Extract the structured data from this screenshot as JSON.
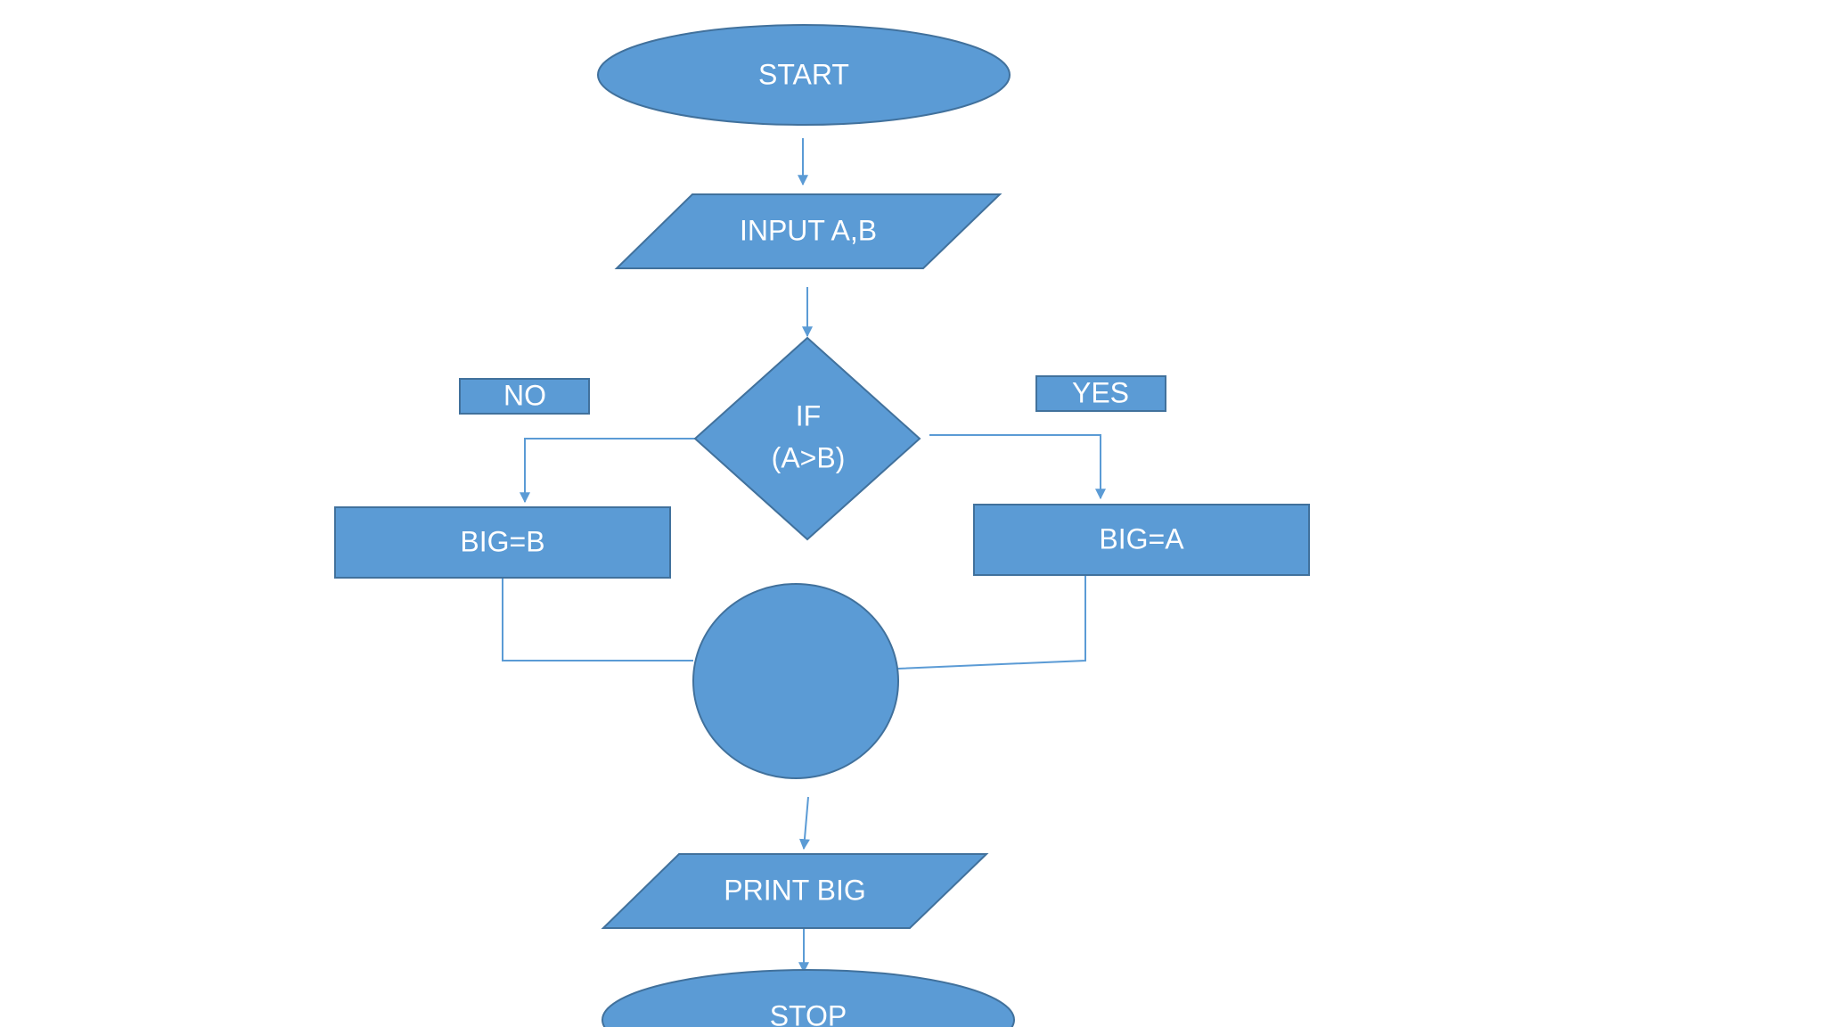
{
  "colors": {
    "shape_fill": "#5b9bd5",
    "shape_border": "#41719c",
    "connector": "#5b9bd5",
    "text": "#ffffff",
    "background": "#ffffff"
  },
  "flowchart": {
    "start": "START",
    "input": "INPUT A,B",
    "decision_line1": "IF",
    "decision_line2": "(A>B)",
    "no_label": "NO",
    "yes_label": "YES",
    "no_branch": "BIG=B",
    "yes_branch": "BIG=A",
    "connector": "",
    "output": "PRINT BIG",
    "stop": "STOP"
  }
}
